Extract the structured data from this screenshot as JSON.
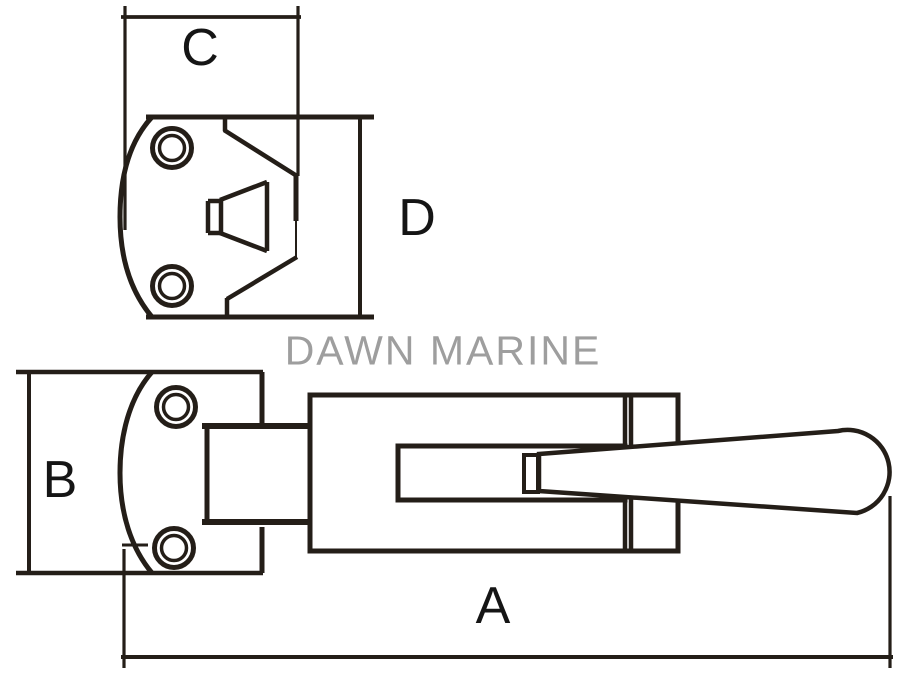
{
  "drawing": {
    "type": "technical-drawing",
    "background": "#ffffff",
    "line_color": "#241e18",
    "label_color": "#151515",
    "watermark": {
      "text": "DAWN MARINE",
      "color": "#9e9e9e"
    },
    "dimension_labels": {
      "a": "A",
      "b": "B",
      "c": "C",
      "d": "D"
    }
  }
}
